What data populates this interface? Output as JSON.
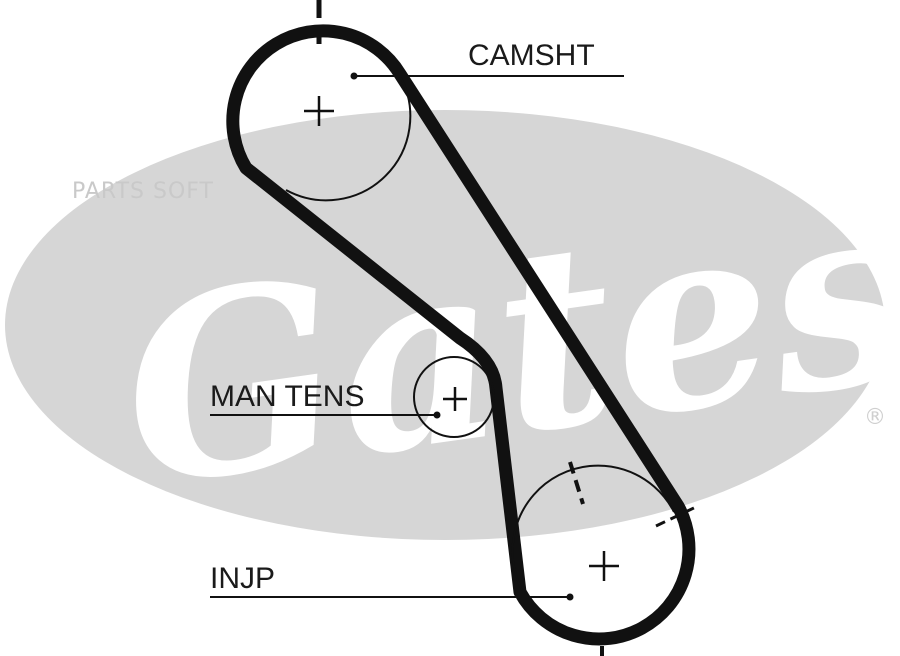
{
  "watermark": {
    "brand_logo_text": "Gates",
    "registered_mark": "®",
    "overlay_text": "PARTS SOFT"
  },
  "colors": {
    "belt": "#111111",
    "logo_ellipse": "#d6d6d6",
    "logo_text": "#ffffff",
    "label_text": "#1a1a1a"
  },
  "labels": {
    "camshaft": "CAMSHT",
    "tensioner": "MAN TENS",
    "injection_pump": "INJP"
  }
}
